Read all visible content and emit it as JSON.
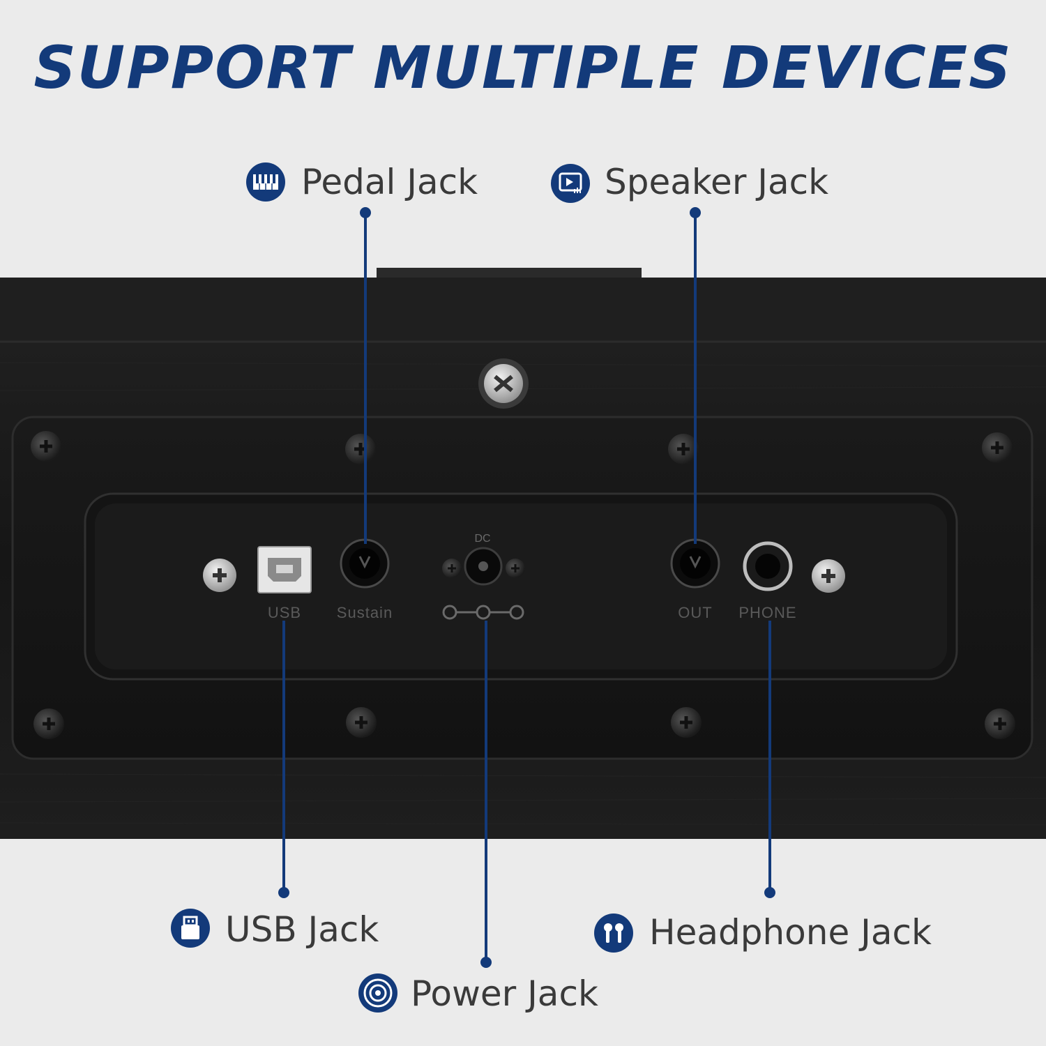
{
  "header": {
    "title": "SUPPORT MULTIPLE DEVICES"
  },
  "colors": {
    "accent": "#133a7a",
    "body": "#1b1b1b",
    "background": "#ebebeb"
  },
  "labels": {
    "pedal": {
      "text": "Pedal Jack",
      "icon": "piano-keys-icon"
    },
    "speaker": {
      "text": "Speaker Jack",
      "icon": "speaker-screen-icon"
    },
    "usb": {
      "text": "USB Jack",
      "icon": "usb-drive-icon"
    },
    "power": {
      "text": "Power Jack",
      "icon": "power-disc-icon"
    },
    "headphone": {
      "text": "Headphone Jack",
      "icon": "earbuds-icon"
    }
  },
  "ports": {
    "usb": "USB",
    "sustain": "Sustain",
    "dc": "DC",
    "out": "OUT",
    "phone": "PHONE"
  }
}
